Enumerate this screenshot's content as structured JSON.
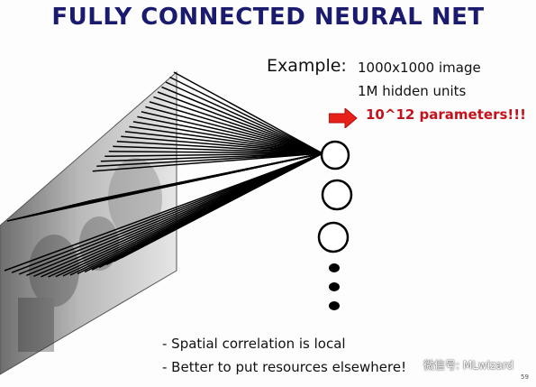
{
  "title": "FULLY CONNECTED NEURAL NET",
  "example": {
    "label": "Example:",
    "line1": "1000x1000 image",
    "line2": "1M hidden units",
    "line3": "10^12 parameters!!!"
  },
  "bullets": [
    "- Spatial correlation is local",
    "- Better to put resources elsewhere!"
  ],
  "watermark": "微信号: MLwizard",
  "page_number": "59",
  "colors": {
    "title": "#1a1a6e",
    "highlight": "#c4111b",
    "arrow": "#e8201c"
  }
}
